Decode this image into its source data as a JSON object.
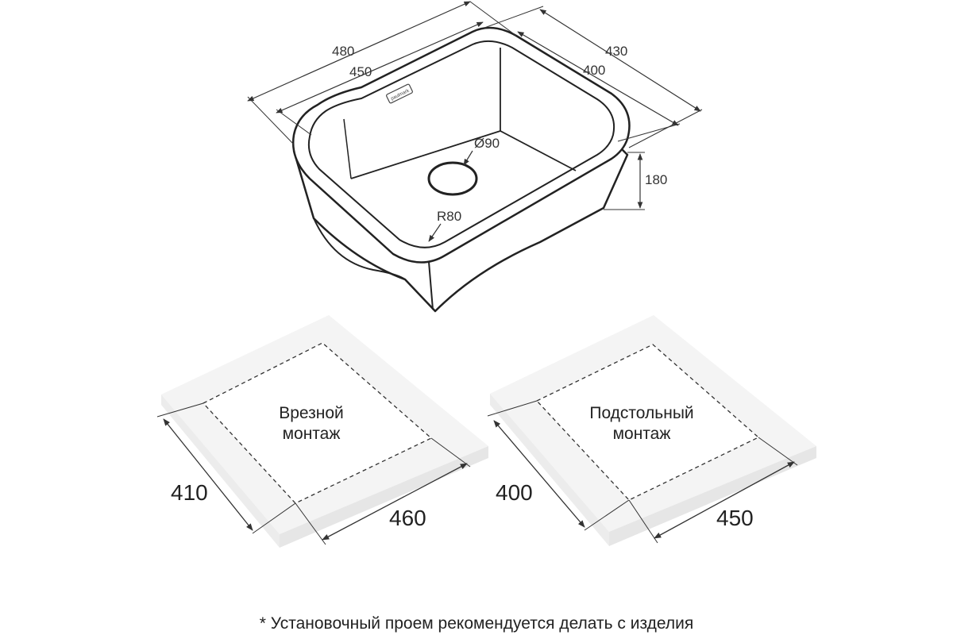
{
  "sink": {
    "brand_plate": "paulmark",
    "dimensions": {
      "outer_width": "480",
      "inner_width": "450",
      "outer_depth": "430",
      "inner_depth": "400",
      "height": "180",
      "drain_diameter": "Ø90",
      "corner_radius": "R80"
    }
  },
  "cutouts": [
    {
      "label_line1": "Врезной",
      "label_line2": "монтаж",
      "depth": "410",
      "width": "460"
    },
    {
      "label_line1": "Подстольный",
      "label_line2": "монтаж",
      "depth": "400",
      "width": "450"
    }
  ],
  "footnote": "* Установочный проем рекомендуется делать с изделия",
  "colors": {
    "outline": "#222222",
    "board_top": "#f4f4f4",
    "board_side": "#ebebeb",
    "background": "#ffffff"
  }
}
